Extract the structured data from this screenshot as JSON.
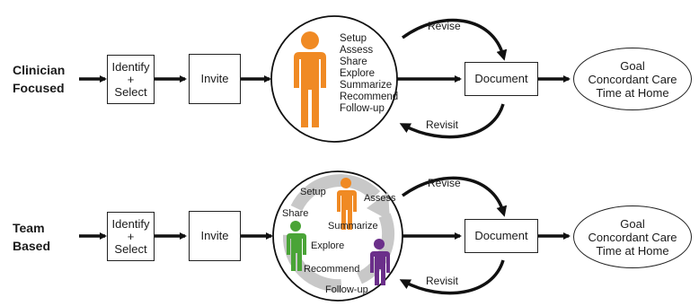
{
  "rows": [
    {
      "label_line1": "Clinician",
      "label_line2": "Focused",
      "identify": "Identify",
      "plus": "+",
      "select": "Select",
      "invite": "Invite",
      "steps": [
        "Setup",
        "Assess",
        "Share",
        "Explore",
        "Summarize",
        "Recommend",
        "Follow-up"
      ],
      "revise": "Revise",
      "revisit": "Revisit",
      "document": "Document",
      "goal_line1": "Goal",
      "goal_line2": "Concordant Care",
      "goal_line3": "Time at Home"
    },
    {
      "label_line1": "Team",
      "label_line2": "Based",
      "identify": "Identify",
      "plus": "+",
      "select": "Select",
      "invite": "Invite",
      "cycle": {
        "setup": "Setup",
        "assess": "Assess",
        "share": "Share",
        "summarize": "Summarize",
        "explore": "Explore",
        "recommend": "Recommend",
        "follow_up": "Follow-up"
      },
      "revise": "Revise",
      "revisit": "Revisit",
      "document": "Document",
      "goal_line1": "Goal",
      "goal_line2": "Concordant Care",
      "goal_line3": "Time at Home"
    }
  ],
  "colors": {
    "clinician_orange": "#f08a24",
    "team_orange": "#f08a24",
    "team_green": "#4aa437",
    "team_purple": "#6b2f8a",
    "cycle_arrow": "#c8c8c8",
    "line": "#111111"
  }
}
